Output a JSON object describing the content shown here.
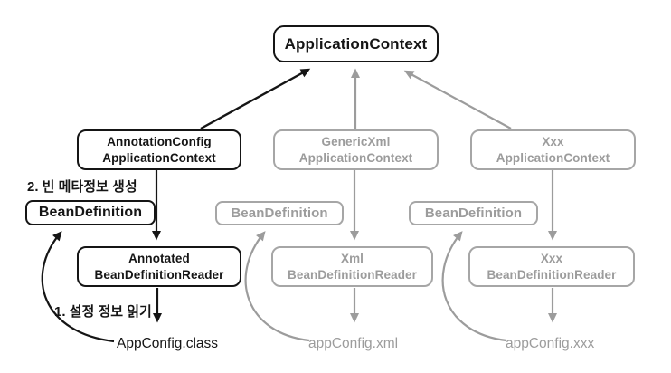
{
  "colors": {
    "ink": "#151515",
    "muted": "#9c9c9c",
    "background": "#ffffff"
  },
  "diagram": {
    "root": {
      "label": "ApplicationContext"
    },
    "columns": [
      {
        "tone": "active",
        "context": {
          "line1": "AnnotationConfig",
          "line2": "ApplicationContext"
        },
        "bean_definition": "BeanDefinition",
        "reader": {
          "line1": "Annotated",
          "line2": "BeanDefinitionReader"
        },
        "config_source": "AppConfig.class"
      },
      {
        "tone": "muted",
        "context": {
          "line1": "GenericXml",
          "line2": "ApplicationContext"
        },
        "bean_definition": "BeanDefinition",
        "reader": {
          "line1": "Xml",
          "line2": "BeanDefinitionReader"
        },
        "config_source": "appConfig.xml"
      },
      {
        "tone": "muted",
        "context": {
          "line1": "Xxx",
          "line2": "ApplicationContext"
        },
        "bean_definition": "BeanDefinition",
        "reader": {
          "line1": "Xxx",
          "line2": "BeanDefinitionReader"
        },
        "config_source": "appConfig.xxx"
      }
    ],
    "step_labels": [
      {
        "text": "2. 빈 메타정보 생성"
      },
      {
        "text": "1. 설정 정보 읽기"
      }
    ]
  }
}
